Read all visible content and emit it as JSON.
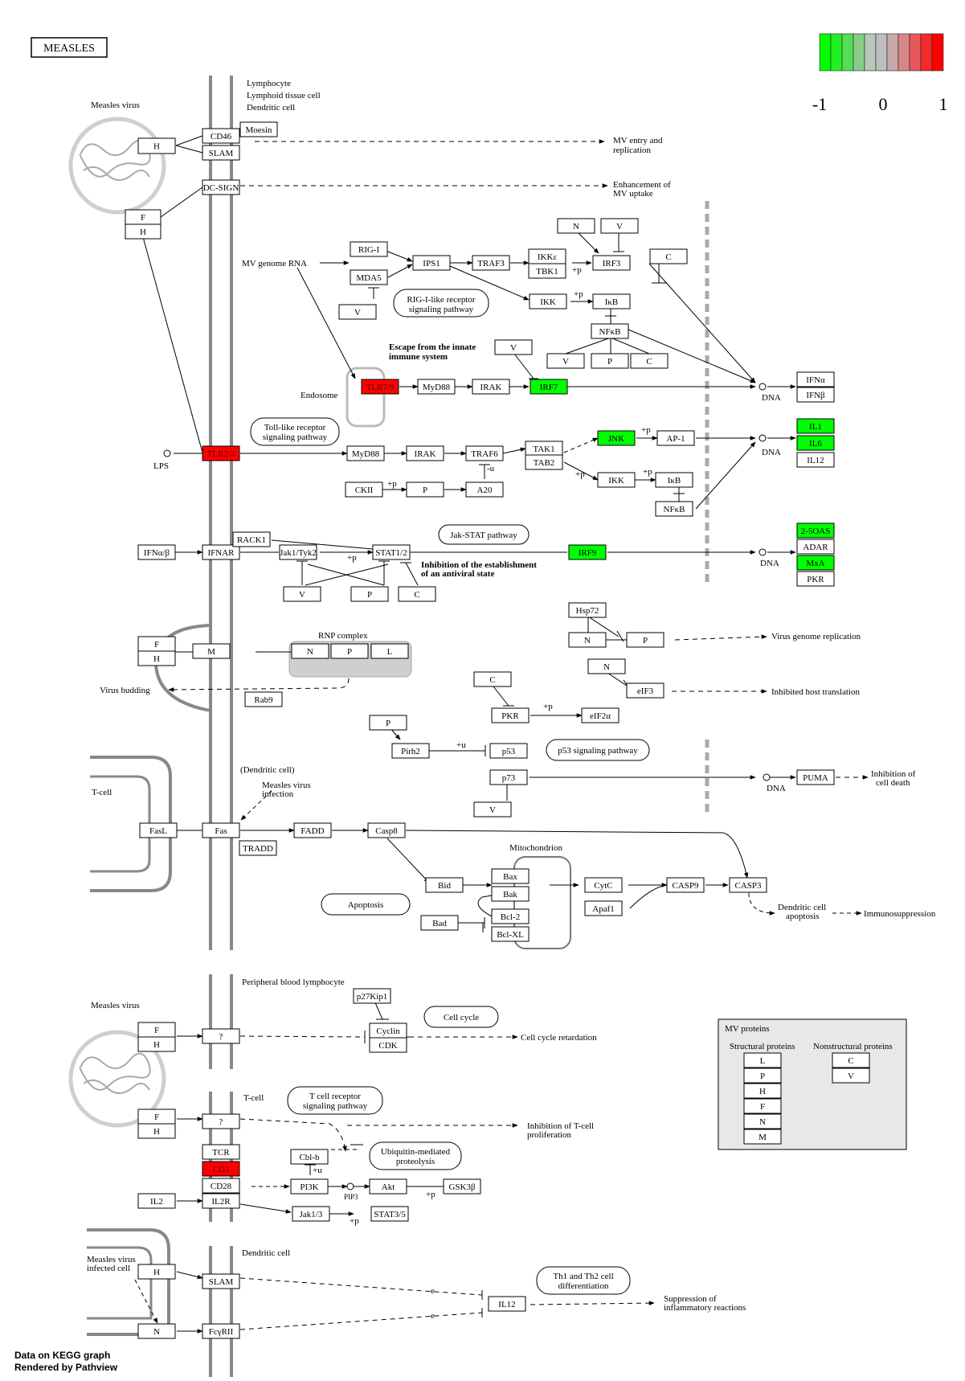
{
  "title": "MEASLES",
  "legend": {
    "labels": [
      "-1",
      "0",
      "1"
    ],
    "colors": [
      "#00ff00",
      "#22f022",
      "#55dd55",
      "#88cc88",
      "#b8c8b8",
      "#bebebe",
      "#c8a8a8",
      "#d88888",
      "#e85858",
      "#f42a2a",
      "#ff0000"
    ]
  },
  "colors": {
    "up": "#ff0000",
    "down": "#00ff00",
    "neutral": "#ffffff"
  },
  "footer": {
    "line1": "Data on KEGG graph",
    "line2": "Rendered by Pathview"
  },
  "labels": {
    "lymph": [
      "Lymphocyte",
      "Lymphoid tissue cell",
      "Dendritic cell"
    ],
    "measles_virus": "Measles virus",
    "measles_virus_2": "Measles virus",
    "mv_entry": [
      "MV entry and",
      "replication"
    ],
    "mv_uptake": [
      "Enhancement of",
      "MV uptake"
    ],
    "mv_genome_rna": "MV genome RNA",
    "endosome": "Endosome",
    "escape": [
      "Escape from the innate",
      "immune system"
    ],
    "lps": "LPS",
    "dna": "DNA",
    "inhibition_antiviral": [
      "Inhibition of the establishment",
      "of an antiviral state"
    ],
    "rnp_complex": "RNP complex",
    "virus_budding": "Virus budding",
    "virus_genome_replication": "Virus genome replication",
    "inhibited_host_translation": "Inhibited host translation",
    "dendritic_cell_paren": "(Dendritic cell)",
    "measles_virus_infection": [
      "Measles virus",
      "infection"
    ],
    "tcell": "T-cell",
    "tcell_2": "T-cell",
    "inhibition_cell_death": [
      "Inhibition of",
      "cell death"
    ],
    "mitochondrion": "Mitochondrion",
    "dendritic_apoptosis": [
      "Dendritic cell",
      "apoptosis"
    ],
    "immunosuppression": "Immunosuppression",
    "peripheral": "Peripheral blood lymphocyte",
    "cell_cycle_retardation": "Cell cycle retardation",
    "inhibition_tcell": [
      "Inhibition of T-cell",
      "proliferation"
    ],
    "measles_infected": [
      "Measles virus",
      "infected cell"
    ],
    "dendritic_cell_2": "Dendritic cell",
    "suppression": [
      "Suppression of",
      "inflammatory reactions"
    ],
    "mv_proteins": "MV proteins",
    "structural": "Structural proteins",
    "nonstructural": "Nonstructural proteins",
    "pip3": "PIP3"
  },
  "pathways": {
    "rig": [
      "RIG-I-like receptor",
      "signaling pathway"
    ],
    "toll": [
      "Toll-like receptor",
      "signaling pathway"
    ],
    "jak": "Jak-STAT pathway",
    "p53": "p53 signaling pathway",
    "apoptosis": "Apoptosis",
    "cellcycle": "Cell cycle",
    "tcr": [
      "T cell receptor",
      "signaling pathway"
    ],
    "ubiq": [
      "Ubiquitin-mediated",
      "proteolysis"
    ],
    "th": [
      "Th1 and Th2 cell",
      "differentiation"
    ]
  },
  "edge_labels": {
    "+p": "+p",
    "-u": "-u",
    "+u": "+u",
    "e": "e"
  },
  "nodes": {
    "n_H1": {
      "label": "H",
      "state": "neutral"
    },
    "n_CD46": {
      "label": "CD46",
      "state": "neutral"
    },
    "n_Moesin": {
      "label": "Moesin",
      "state": "neutral"
    },
    "n_SLAM1": {
      "label": "SLAM",
      "state": "neutral"
    },
    "n_DCSIGN": {
      "label": "DC-SIGN",
      "state": "neutral"
    },
    "n_F1": {
      "label": "F",
      "state": "neutral"
    },
    "n_H1b": {
      "label": "H",
      "state": "neutral"
    },
    "n_N1": {
      "label": "N",
      "state": "neutral"
    },
    "n_V1": {
      "label": "V",
      "state": "neutral"
    },
    "n_RIGI": {
      "label": "RIG-I",
      "state": "neutral"
    },
    "n_IPS1": {
      "label": "IPS1",
      "state": "neutral"
    },
    "n_TRAF3": {
      "label": "TRAF3",
      "state": "neutral"
    },
    "n_IKKe": {
      "label": "IKKε",
      "state": "neutral"
    },
    "n_TBK1": {
      "label": "TBK1",
      "state": "neutral"
    },
    "n_IRF3": {
      "label": "IRF3",
      "state": "neutral"
    },
    "n_C1": {
      "label": "C",
      "state": "neutral"
    },
    "n_MDA5": {
      "label": "MDA5",
      "state": "neutral"
    },
    "n_V2": {
      "label": "V",
      "state": "neutral"
    },
    "n_IKK1": {
      "label": "IKK",
      "state": "neutral"
    },
    "n_IkB1": {
      "label": "IκB",
      "state": "neutral"
    },
    "n_NFkB1": {
      "label": "NFκB",
      "state": "neutral"
    },
    "n_V3": {
      "label": "V",
      "state": "neutral"
    },
    "n_P1": {
      "label": "P",
      "state": "neutral"
    },
    "n_C2": {
      "label": "C",
      "state": "neutral"
    },
    "n_V4": {
      "label": "V",
      "state": "neutral"
    },
    "n_TLR79": {
      "label": "TLR7/9",
      "state": "up"
    },
    "n_MyD88a": {
      "label": "MyD88",
      "state": "neutral"
    },
    "n_IRAK1": {
      "label": "IRAK",
      "state": "neutral"
    },
    "n_IRF7": {
      "label": "IRF7",
      "state": "down"
    },
    "n_IFNa": {
      "label": "IFNα",
      "state": "neutral"
    },
    "n_IFNb": {
      "label": "IFNβ",
      "state": "neutral"
    },
    "n_TLR24": {
      "label": "TLR2/4",
      "state": "up"
    },
    "n_MyD88b": {
      "label": "MyD88",
      "state": "neutral"
    },
    "n_IRAK2": {
      "label": "IRAK",
      "state": "neutral"
    },
    "n_TRAF6": {
      "label": "TRAF6",
      "state": "neutral"
    },
    "n_TAK1": {
      "label": "TAK1",
      "state": "neutral"
    },
    "n_TAB2": {
      "label": "TAB2",
      "state": "neutral"
    },
    "n_JNK": {
      "label": "JNK",
      "state": "down"
    },
    "n_AP1": {
      "label": "AP-1",
      "state": "neutral"
    },
    "n_IL1": {
      "label": "IL1",
      "state": "down"
    },
    "n_IL6": {
      "label": "IL6",
      "state": "down"
    },
    "n_IL12a": {
      "label": "IL12",
      "state": "neutral"
    },
    "n_IKK2": {
      "label": "IKK",
      "state": "neutral"
    },
    "n_IkB2": {
      "label": "IκB",
      "state": "neutral"
    },
    "n_NFkB2": {
      "label": "NFκB",
      "state": "neutral"
    },
    "n_CKII": {
      "label": "CKII",
      "state": "neutral"
    },
    "n_P2": {
      "label": "P",
      "state": "neutral"
    },
    "n_A20": {
      "label": "A20",
      "state": "neutral"
    },
    "n_IFNab": {
      "label": "IFNα/β",
      "state": "neutral"
    },
    "n_IFNAR": {
      "label": "IFNAR",
      "state": "neutral"
    },
    "n_RACK1": {
      "label": "RACK1",
      "state": "neutral"
    },
    "n_JakTyk": {
      "label": "Jak1/Tyk2",
      "state": "neutral"
    },
    "n_STAT12": {
      "label": "STAT1/2",
      "state": "neutral"
    },
    "n_IRF9": {
      "label": "IRF9",
      "state": "down"
    },
    "n_25OAS": {
      "label": "2-5OAS",
      "state": "down"
    },
    "n_ADAR": {
      "label": "ADAR",
      "state": "neutral"
    },
    "n_MxA": {
      "label": "MxA",
      "state": "down"
    },
    "n_PKR1": {
      "label": "PKR",
      "state": "neutral"
    },
    "n_V5": {
      "label": "V",
      "state": "neutral"
    },
    "n_P3": {
      "label": "P",
      "state": "neutral"
    },
    "n_C3": {
      "label": "C",
      "state": "neutral"
    },
    "n_Hsp72": {
      "label": "Hsp72",
      "state": "neutral"
    },
    "n_N2": {
      "label": "N",
      "state": "neutral"
    },
    "n_P4": {
      "label": "P",
      "state": "neutral"
    },
    "n_F2": {
      "label": "F",
      "state": "neutral"
    },
    "n_H2": {
      "label": "H",
      "state": "neutral"
    },
    "n_M1": {
      "label": "M",
      "state": "neutral"
    },
    "n_N3": {
      "label": "N",
      "state": "neutral"
    },
    "n_P5": {
      "label": "P",
      "state": "neutral"
    },
    "n_L1": {
      "label": "L",
      "state": "neutral"
    },
    "n_N4": {
      "label": "N",
      "state": "neutral"
    },
    "n_eIF3": {
      "label": "eIF3",
      "state": "neutral"
    },
    "n_Rab9": {
      "label": "Rab9",
      "state": "neutral"
    },
    "n_C4": {
      "label": "C",
      "state": "neutral"
    },
    "n_PKR2": {
      "label": "PKR",
      "state": "neutral"
    },
    "n_eIF2a": {
      "label": "eIF2α",
      "state": "neutral"
    },
    "n_P6": {
      "label": "P",
      "state": "neutral"
    },
    "n_Pirh2": {
      "label": "Pirh2",
      "state": "neutral"
    },
    "n_p53": {
      "label": "p53",
      "state": "neutral"
    },
    "n_p73": {
      "label": "p73",
      "state": "neutral"
    },
    "n_V6": {
      "label": "V",
      "state": "neutral"
    },
    "n_PUMA": {
      "label": "PUMA",
      "state": "neutral"
    },
    "n_FasL": {
      "label": "FasL",
      "state": "neutral"
    },
    "n_Fas": {
      "label": "Fas",
      "state": "neutral"
    },
    "n_FADD": {
      "label": "FADD",
      "state": "neutral"
    },
    "n_TRADD": {
      "label": "TRADD",
      "state": "neutral"
    },
    "n_Casp8": {
      "label": "Casp8",
      "state": "neutral"
    },
    "n_Bid": {
      "label": "Bid",
      "state": "neutral"
    },
    "n_Bax": {
      "label": "Bax",
      "state": "neutral"
    },
    "n_Bak": {
      "label": "Bak",
      "state": "neutral"
    },
    "n_Bcl2": {
      "label": "Bcl-2",
      "state": "neutral"
    },
    "n_BclXL": {
      "label": "Bcl-XL",
      "state": "neutral"
    },
    "n_Bad": {
      "label": "Bad",
      "state": "neutral"
    },
    "n_CytC": {
      "label": "CytC",
      "state": "neutral"
    },
    "n_Apaf1": {
      "label": "Apaf1",
      "state": "neutral"
    },
    "n_CASP9": {
      "label": "CASP9",
      "state": "neutral"
    },
    "n_CASP3": {
      "label": "CASP3",
      "state": "neutral"
    },
    "n_F3": {
      "label": "F",
      "state": "neutral"
    },
    "n_H3": {
      "label": "H",
      "state": "neutral"
    },
    "n_Q1": {
      "label": "?",
      "state": "neutral"
    },
    "n_p27": {
      "label": "p27Kip1",
      "state": "neutral"
    },
    "n_Cyclin": {
      "label": "Cyclin",
      "state": "neutral"
    },
    "n_CDK": {
      "label": "CDK",
      "state": "neutral"
    },
    "n_F4": {
      "label": "F",
      "state": "neutral"
    },
    "n_H4": {
      "label": "H",
      "state": "neutral"
    },
    "n_Q2": {
      "label": "?",
      "state": "neutral"
    },
    "n_TCR": {
      "label": "TCR",
      "state": "neutral"
    },
    "n_CD3": {
      "label": "CD3",
      "state": "up"
    },
    "n_CD28": {
      "label": "CD28",
      "state": "neutral"
    },
    "n_Cblb": {
      "label": "Cbl-b",
      "state": "neutral"
    },
    "n_PI3K": {
      "label": "PI3K",
      "state": "neutral"
    },
    "n_Akt": {
      "label": "Akt",
      "state": "neutral"
    },
    "n_GSK3b": {
      "label": "GSK3β",
      "state": "neutral"
    },
    "n_IL2": {
      "label": "IL2",
      "state": "neutral"
    },
    "n_IL2R": {
      "label": "IL2R",
      "state": "neutral"
    },
    "n_Jak13": {
      "label": "Jak1/3",
      "state": "neutral"
    },
    "n_STAT35": {
      "label": "STAT3/5",
      "state": "neutral"
    },
    "n_H5": {
      "label": "H",
      "state": "neutral"
    },
    "n_SLAM2": {
      "label": "SLAM",
      "state": "neutral"
    },
    "n_N5": {
      "label": "N",
      "state": "neutral"
    },
    "n_FcgRII": {
      "label": "FcγRII",
      "state": "neutral"
    },
    "n_IL12b": {
      "label": "IL12",
      "state": "neutral"
    },
    "n_LgL": {
      "label": "L",
      "state": "neutral"
    },
    "n_LgP": {
      "label": "P",
      "state": "neutral"
    },
    "n_LgH": {
      "label": "H",
      "state": "neutral"
    },
    "n_LgF": {
      "label": "F",
      "state": "neutral"
    },
    "n_LgN": {
      "label": "N",
      "state": "neutral"
    },
    "n_LgM": {
      "label": "M",
      "state": "neutral"
    },
    "n_LgC": {
      "label": "C",
      "state": "neutral"
    },
    "n_LgV": {
      "label": "V",
      "state": "neutral"
    }
  }
}
